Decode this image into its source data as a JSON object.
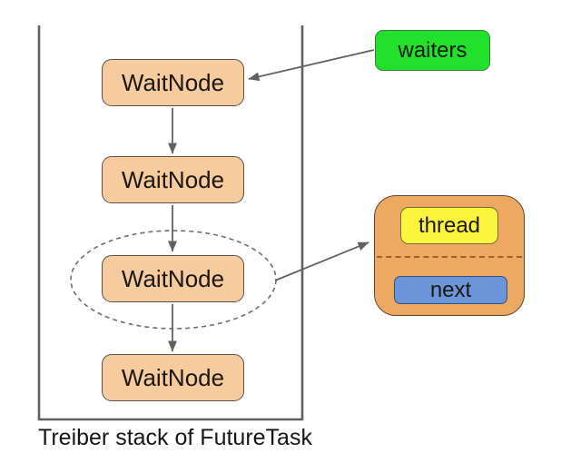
{
  "diagram": {
    "caption": "Treiber stack of FutureTask",
    "wait_nodes": [
      "WaitNode",
      "WaitNode",
      "WaitNode",
      "WaitNode"
    ],
    "waiters_label": "waiters",
    "detail": {
      "thread_label": "thread",
      "next_label": "next"
    },
    "colors": {
      "node_fill": "#F6CB9E",
      "node_stroke": "#5A5046",
      "waiters_fill": "#21E12C",
      "waiters_stroke": "#3C7A3C",
      "detail_fill": "#EDA961",
      "detail_stroke": "#5C4733",
      "thread_fill": "#FBF53D",
      "thread_stroke": "#6F6F3F",
      "next_fill": "#6C95D9",
      "next_stroke": "#34527C",
      "line": "#616161",
      "divider": "#A0622D"
    }
  }
}
